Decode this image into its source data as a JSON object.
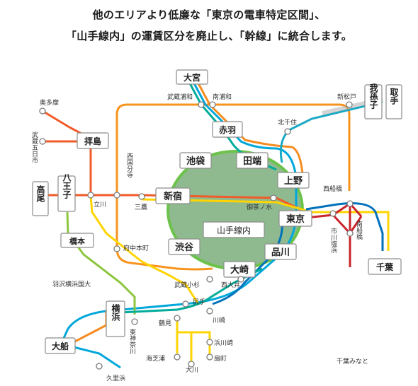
{
  "header": {
    "line1": "他のエリアより低廉な「東京の電車特定区間」、",
    "line2": "「山手線内」の運賃区分を廃止し、「幹線」に統合します。"
  },
  "colors": {
    "yamanote_fill": "#8fba8f",
    "yamanote_ring": "#6cc24a",
    "chuo": "#f15a29",
    "sobu_chuo": "#ffd400",
    "keihin": "#00a7db",
    "saikyo": "#00ac9a",
    "musashino": "#f7941d",
    "nambu": "#ffd400",
    "yokosuka": "#0072bc",
    "tokaido": "#f68b1f",
    "joban": "#1aa9c4",
    "keiyo": "#c9252c",
    "yokohama": "#8dc63f",
    "tsurumi": "#ffd400",
    "outline": "#a9a9a9"
  },
  "stations": {
    "omiya": "大宮",
    "musashi_urawa": "武蔵浦和",
    "minami_urawa": "南浦和",
    "akabane": "赤羽",
    "shin_matsudo": "新松戸",
    "abiko": "我孫子",
    "toride": "取手",
    "kita_senju": "北千住",
    "okutama": "奥多摩",
    "haijima": "拝島",
    "musashi_itsukaichi": "武蔵五日市",
    "takao": "高尾",
    "hachioji": "八王子",
    "tachikawa": "立川",
    "nishi_kokubunji": "西国分寺",
    "mitaka": "三鷹",
    "shinjuku": "新宿",
    "ikebukuro": "池袋",
    "tabata": "田端",
    "ueno": "上野",
    "ochanomizu": "御茶ノ水",
    "tokyo": "東京",
    "nishi_funabashi": "西船橋",
    "ichikawa_shiohama": "市川塩浜",
    "minami_funabashi": "南船橋",
    "chiba": "千葉",
    "chiba_minato": "千葉みなと",
    "shibuya": "渋谷",
    "shinagawa": "品川",
    "osaki": "大崎",
    "fuchu_hommachi": "府中本町",
    "hashimoto": "橋本",
    "hachioji_region_label": "山手線内",
    "hazawa": "羽沢横浜国大",
    "musashi_kosugi": "武蔵小杉",
    "nishi_oi": "西大井",
    "shiriate": "尻手",
    "kawasaki": "川崎",
    "yokohama": "横浜",
    "tsurumi": "鶴見",
    "higashi_kanagawa": "東神奈川",
    "hama_kawasaki": "浜川崎",
    "ofuna": "大船",
    "umi_shibaura": "海芝浦",
    "ogimachi": "扇町",
    "okawa": "大川",
    "kurihama": "久里浜"
  }
}
